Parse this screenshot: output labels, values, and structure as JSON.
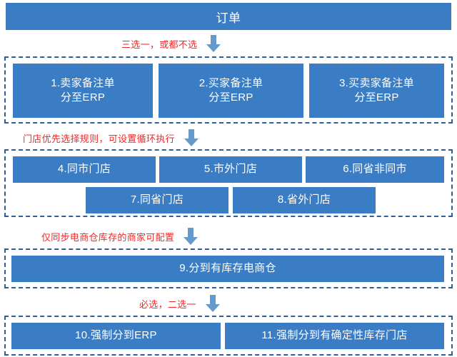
{
  "title": {
    "label": "订单"
  },
  "colors": {
    "node_blue": "#3b7dc4",
    "dashed_border": "#2f5f96",
    "annotation_red": "#ef2a2a",
    "arrow_blue": "#6699cc",
    "background": "#ffffff",
    "node_text": "#ffffff"
  },
  "annotations": [
    {
      "id": "annot-1",
      "text": "三选一，或都不选",
      "icon": "arrow-down-icon"
    },
    {
      "id": "annot-2",
      "text": "门店优先选择规则，可设置循环执行",
      "icon": "arrow-down-icon"
    },
    {
      "id": "annot-3",
      "text": "仅同步电商仓库存的商家可配置",
      "icon": "arrow-down-icon"
    },
    {
      "id": "annot-4",
      "text": "必选，二选一",
      "icon": "arrow-down-icon"
    }
  ],
  "groups": [
    {
      "id": "group-1",
      "nodes": [
        {
          "num": "1.",
          "line1": "1.卖家备注单",
          "line2": "分至ERP"
        },
        {
          "num": "2.",
          "line1": "2.买家备注单",
          "line2": "分至ERP"
        },
        {
          "num": "3.",
          "line1": "3.买卖家备注单",
          "line2": "分至ERP"
        }
      ]
    },
    {
      "id": "group-2",
      "nodes": [
        {
          "num": "4.",
          "line1": "4.同市门店"
        },
        {
          "num": "5.",
          "line1": "5.市外门店"
        },
        {
          "num": "6.",
          "line1": "6.同省非同市"
        },
        {
          "num": "7.",
          "line1": "7.同省门店"
        },
        {
          "num": "8.",
          "line1": "8.省外门店"
        }
      ]
    },
    {
      "id": "group-3",
      "nodes": [
        {
          "num": "9.",
          "line1": "9.分到有库存电商仓"
        }
      ]
    },
    {
      "id": "group-4",
      "nodes": [
        {
          "num": "10.",
          "line1": "10.强制分到ERP"
        },
        {
          "num": "11.",
          "line1": "11.强制分到有确定性库存门店"
        }
      ]
    }
  ]
}
